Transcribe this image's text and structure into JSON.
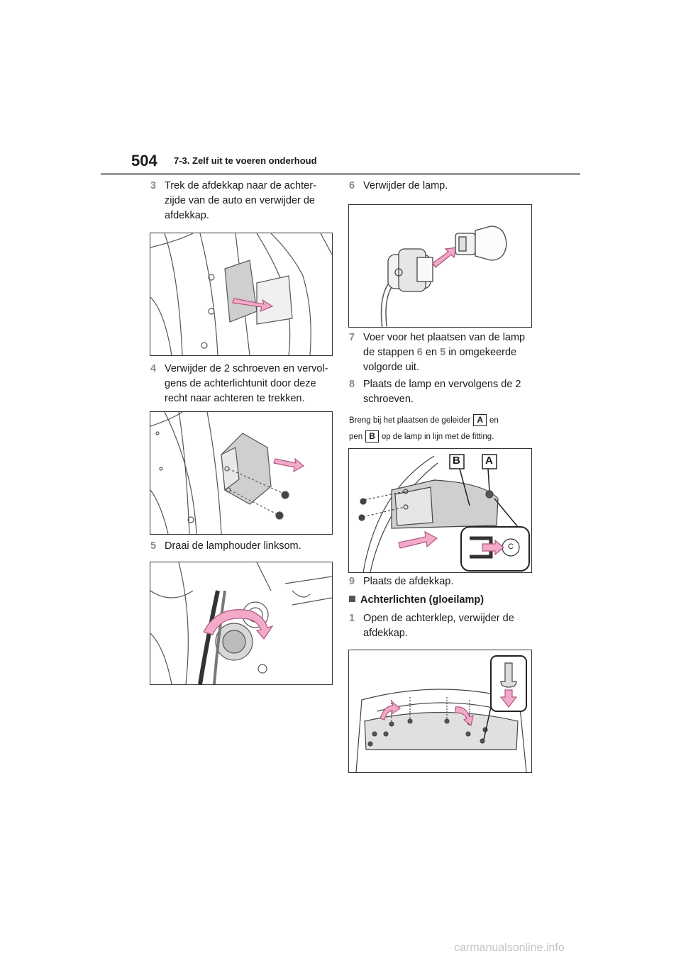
{
  "header": {
    "page_number": "504",
    "section": "7-3. Zelf uit te voeren onderhoud"
  },
  "steps": {
    "s3": {
      "num": "3",
      "text": "Trek de afdekkap naar de achter-zijde van de auto en verwijder de afdekkap."
    },
    "s4": {
      "num": "4",
      "text": "Verwijder de 2 schroeven en vervol-gens de achterlichtunit door deze recht naar achteren te trekken."
    },
    "s5": {
      "num": "5",
      "text": "Draai de lamphouder linksom."
    },
    "s6": {
      "num": "6",
      "text": "Verwijder de lamp."
    },
    "s7": {
      "num": "7",
      "text_a": "Voer voor het plaatsen van de lamp de stappen",
      "ref1": "6",
      "text_b": "en",
      "ref2": "5",
      "text_c": "in omgekeerde volgorde uit."
    },
    "s8": {
      "num": "8",
      "text": "Plaats de lamp en vervolgens de 2 schroeven."
    },
    "s9": {
      "num": "9",
      "text": "Plaats de afdekkap."
    },
    "s1": {
      "num": "1",
      "text": "Open de achterklep, verwijder de afdekkap."
    }
  },
  "note": {
    "line1_a": "Breng bij het plaatsen de geleider",
    "label_a": "A",
    "line1_b": "en",
    "line2_a": "pen",
    "label_b": "B",
    "line2_b": "op de lamp in lijn met de fitting."
  },
  "figure_labels": {
    "a": "A",
    "b": "B",
    "c": "C"
  },
  "heading_text": "Achterlichten (gloeilamp)",
  "watermark": "carmanualsonline.info",
  "colors": {
    "arrow_pink": "#f3a9c8",
    "step_number": "#8a8a8a",
    "rule": "#9a9a9a"
  }
}
